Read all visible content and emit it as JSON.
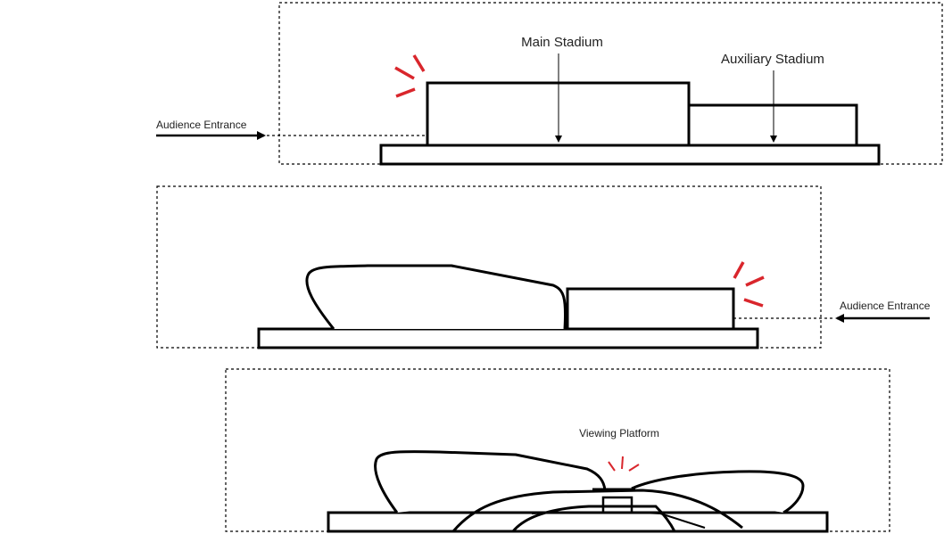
{
  "colors": {
    "line": "#000000",
    "accent": "#d9262c",
    "text": "#222222"
  },
  "top_panel": {
    "main_stadium_label": "Main Stadium",
    "auxiliary_stadium_label": "Auxiliary Stadium",
    "entrance_label": "Audience Entrance"
  },
  "middle_panel": {
    "entrance_label": "Audience Entrance"
  },
  "bottom_panel": {
    "viewing_platform_label": "Viewing Platform"
  }
}
